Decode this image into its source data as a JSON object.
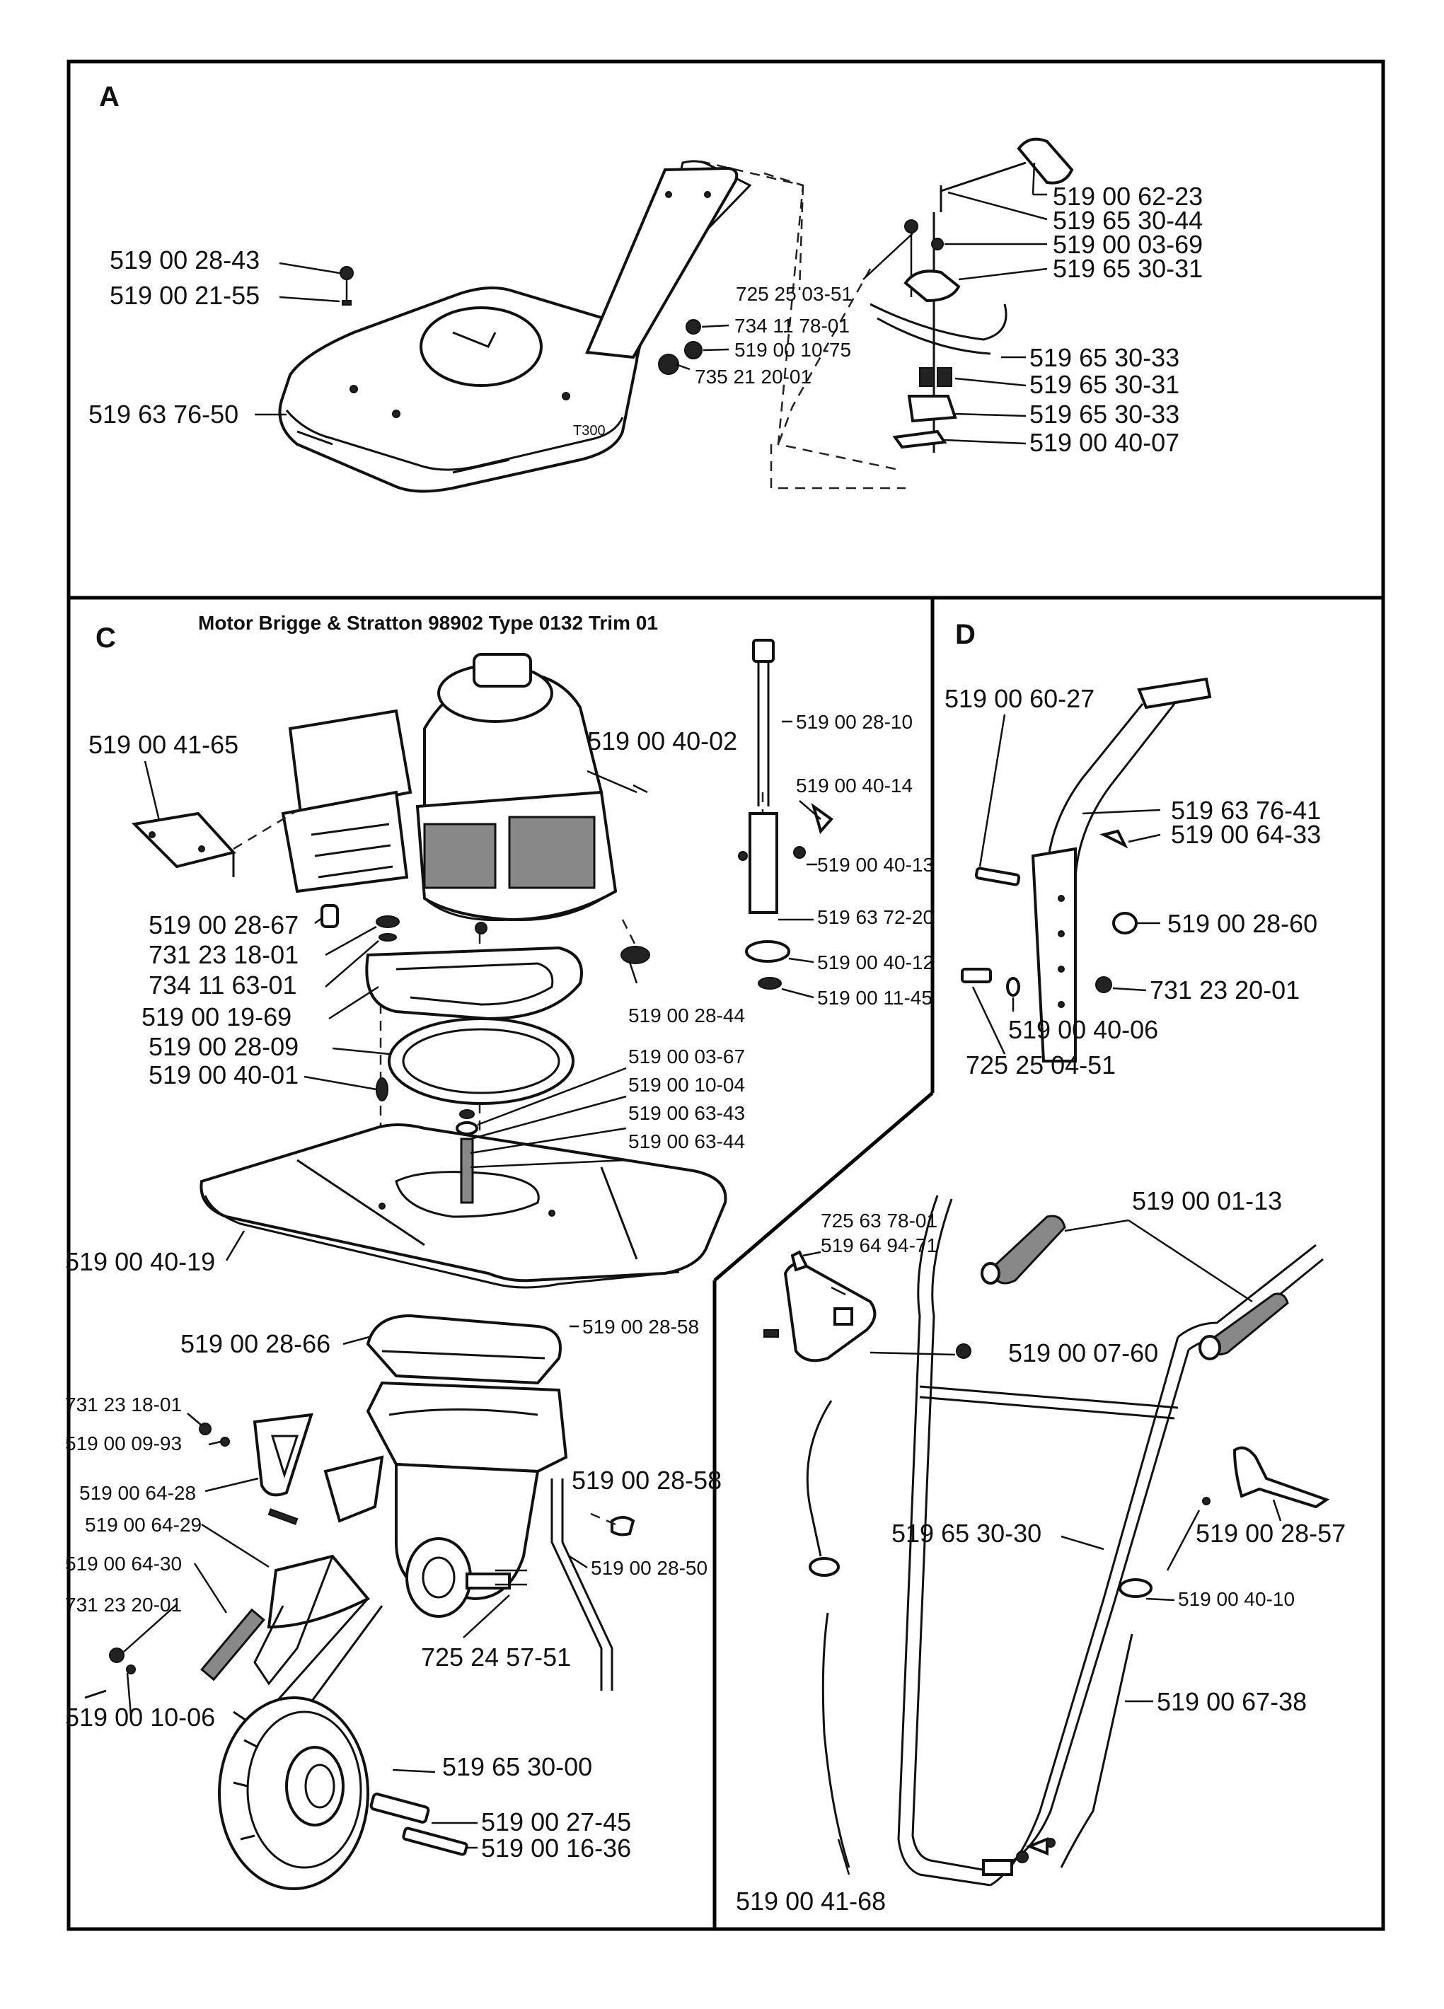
{
  "sections": {
    "a": {
      "letter": "A"
    },
    "c": {
      "letter": "C",
      "title": "Motor Brigge & Stratton 98902 Type 0132 Trim 01"
    },
    "d": {
      "letter": "D"
    }
  },
  "hood_text": "T300",
  "labels": {
    "a": [
      "519 00 28-43",
      "519 00 21-55",
      "519 63 76-50",
      "734 11 78-01",
      "519 00 10-75",
      "735 21 20-01",
      "725 25 03-51",
      "519 00 62-23",
      "519 65 30-44",
      "519 00 03-69",
      "519 65 30-31",
      "519 65 30-33",
      "519 65 30-31",
      "519 65 30-33",
      "519 00 40-07"
    ],
    "c": [
      "519 00 41-65",
      "519 00 40-02",
      "519 00 28-10",
      "519 00 40-14",
      "519 00 40-13",
      "519 63 72-20",
      "519 00 40-12",
      "519 00 11-45",
      "519 00 28-67",
      "731 23 18-01",
      "734 11 63-01",
      "519 00 19-69",
      "519 00 28-09",
      "519 00 40-01",
      "519 00 28-44",
      "519 00 03-67",
      "519 00 10-04",
      "519 00 63-43",
      "519 00 63-44",
      "519 00 40-19",
      "519 00 28-58",
      "519 00 28-66",
      "731 23 18-01",
      "519 00 09-93",
      "519 00 64-28",
      "519 00 64-29",
      "519 00 64-30",
      "731 23 20-01",
      "519 00 28-58",
      "519 00 28-50",
      "725 24 57-51",
      "519 00 10-06",
      "519 65 30-00",
      "519 00 27-45",
      "519 00 16-36"
    ],
    "d": [
      "519 00 60-27",
      "519 63 76-41",
      "519 00 64-33",
      "519 00 28-60",
      "731 23 20-01",
      "519 00 40-06",
      "725 25 04-51",
      "725 63 78-01",
      "519 64 94-71",
      "519 00 01-13",
      "519 00 07-60",
      "519 65 30-30",
      "519 00 28-57",
      "519 00 40-10",
      "519 00 67-38",
      "519 00 41-68"
    ]
  }
}
